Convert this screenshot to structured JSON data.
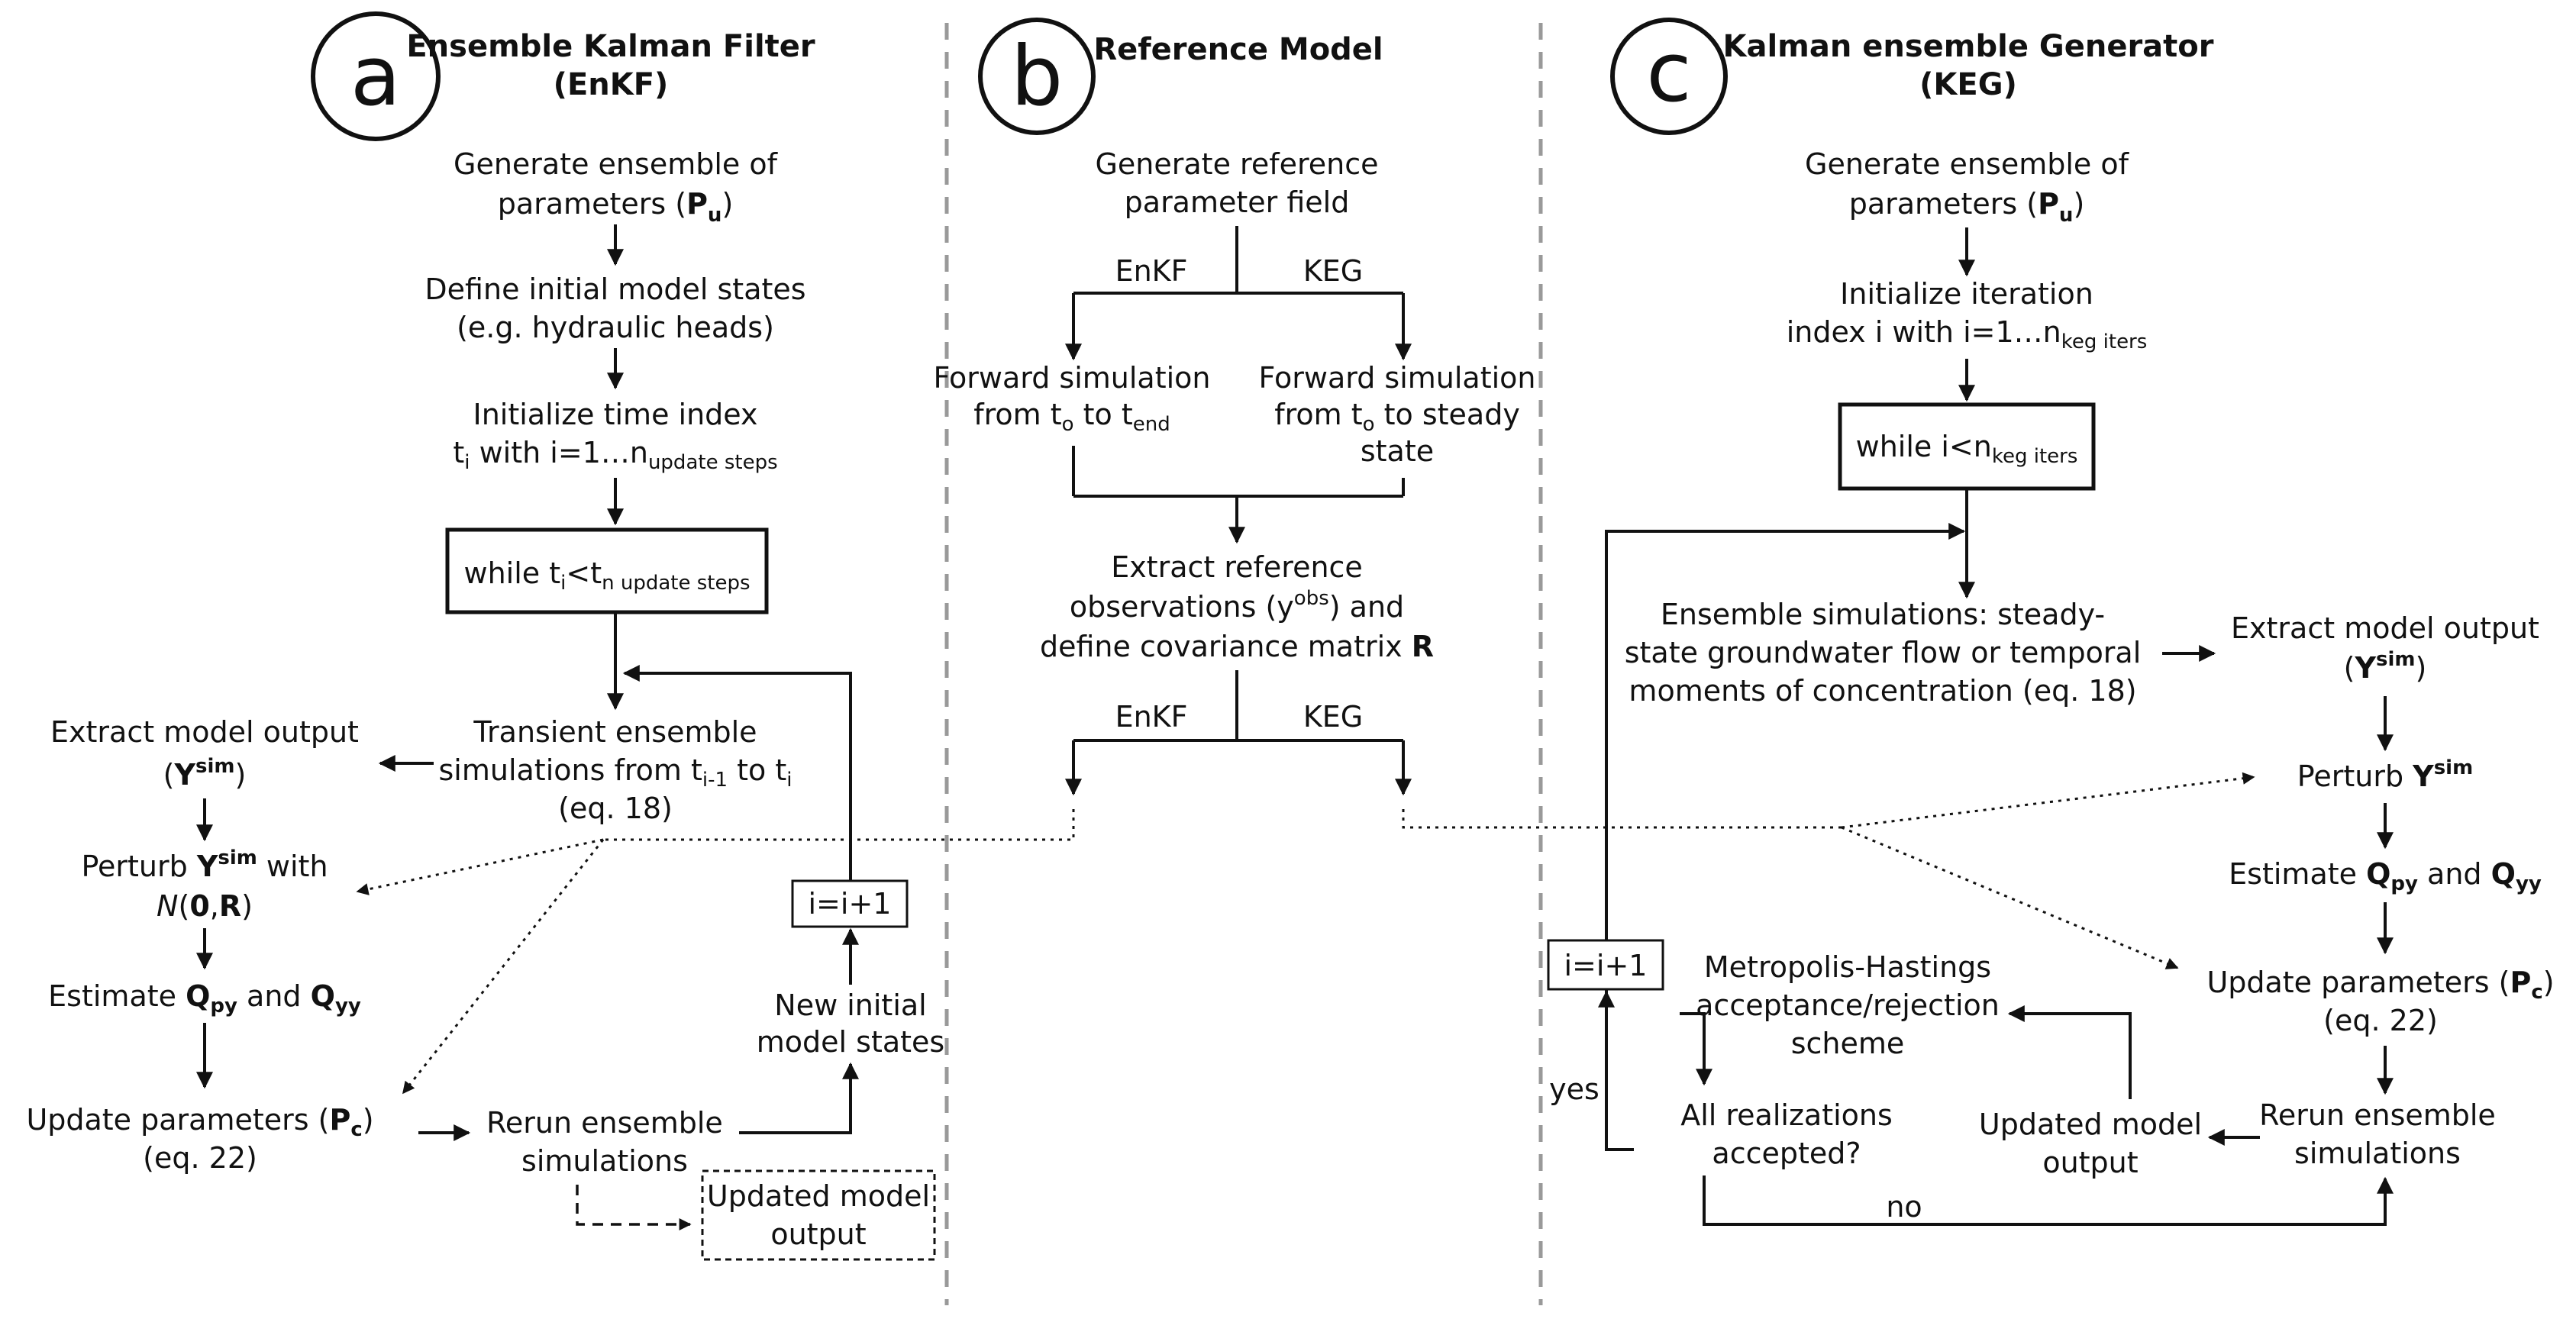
{
  "panels": {
    "a": {
      "letter": "a",
      "title_line1": "Ensemble Kalman Filter",
      "title_line2": "(EnKF)",
      "gen_line1": "Generate ensemble of",
      "gen_line2_pre": "parameters (",
      "gen_line2_bold": "P",
      "gen_line2_sub": "u",
      "gen_line2_post": ")",
      "define_line1": "Define initial model states",
      "define_line2": "(e.g. hydraulic heads)",
      "init_line1": "Initialize time index",
      "init_line2_t": "t",
      "init_line2_sub": "i",
      "init_line2_mid": " with i=1…n",
      "init_line2_sub2": "update steps",
      "while_pre": "while t",
      "while_sub": "i",
      "while_mid": "<t",
      "while_sub2": "n update steps",
      "transient_line1": "Transient ensemble",
      "transient_line2_pre": "simulations from t",
      "transient_line2_sub": "i-1",
      "transient_line2_mid": " to t",
      "transient_line2_sub2": "i",
      "transient_line3": "(eq. 18)",
      "extract_line1": "Extract model output",
      "extract_line2_pre": "(",
      "extract_line2_bold": "Y",
      "extract_line2_sup": "sim",
      "extract_line2_post": ")",
      "perturb_line1_pre": "Perturb ",
      "perturb_line1_bold": "Y",
      "perturb_line1_sup": "sim",
      "perturb_line1_post": " with",
      "perturb_line2_n": "N",
      "perturb_line2_open": "(",
      "perturb_line2_zero": "0",
      "perturb_line2_comma": ",",
      "perturb_line2_r": "R",
      "perturb_line2_close": ")",
      "estimate_pre": "Estimate ",
      "estimate_q1": "Q",
      "estimate_q1_sub": "py",
      "estimate_and": " and ",
      "estimate_q2": "Q",
      "estimate_q2_sub": "yy",
      "update_line1_pre": "Update parameters (",
      "update_line1_bold": "P",
      "update_line1_sub": "c",
      "update_line1_post": ")",
      "update_line2": "(eq. 22)",
      "rerun_line1": "Rerun ensemble",
      "rerun_line2": "simulations",
      "updated_line1": "Updated model",
      "updated_line2": "output",
      "new_line1": "New initial",
      "new_line2": "model states",
      "increment": "i=i+1"
    },
    "b": {
      "letter": "b",
      "title": "Reference Model",
      "gen_line1": "Generate reference",
      "gen_line2": "parameter field",
      "branch_enkf": "EnKF",
      "branch_keg": "KEG",
      "fwd1_line1": "Forward simulation",
      "fwd1_line2_pre": "from t",
      "fwd1_line2_sub": "o",
      "fwd1_line2_mid": " to t",
      "fwd1_line2_sub2": "end",
      "fwd2_line1": "Forward simulation",
      "fwd2_line2_pre": "from t",
      "fwd2_line2_sub": "o",
      "fwd2_line2_post": " to steady",
      "fwd2_line3": "state",
      "extract_line1": "Extract reference",
      "extract_line2_pre": "observations (y",
      "extract_line2_sup": "obs",
      "extract_line2_post": ") and",
      "extract_line3_pre": "define covariance matrix ",
      "extract_line3_bold": "R",
      "branch2_enkf": "EnKF",
      "branch2_keg": "KEG"
    },
    "c": {
      "letter": "c",
      "title_line1": "Kalman ensemble Generator",
      "title_line2": "(KEG)",
      "gen_line1": "Generate ensemble of",
      "gen_line2_pre": "parameters (",
      "gen_line2_bold": "P",
      "gen_line2_sub": "u",
      "gen_line2_post": ")",
      "init_line1": "Initialize iteration",
      "init_line2_pre": "index i with i=1…n",
      "init_line2_sub": "keg iters",
      "while_pre": "while i<n",
      "while_sub": "keg iters",
      "ens_line1": "Ensemble simulations: steady-",
      "ens_line2": "state groundwater flow or temporal",
      "ens_line3": "moments of concentration (eq. 18)",
      "extract_line1": "Extract model output",
      "extract_line2_pre": "(",
      "extract_line2_bold": "Y",
      "extract_line2_sup": "sim",
      "extract_line2_post": ")",
      "perturb_pre": "Perturb ",
      "perturb_bold": "Y",
      "perturb_sup": "sim",
      "estimate_pre": "Estimate ",
      "estimate_q1": "Q",
      "estimate_q1_sub": "py",
      "estimate_and": " and ",
      "estimate_q2": "Q",
      "estimate_q2_sub": "yy",
      "update_line1_pre": "Update parameters (",
      "update_line1_bold": "P",
      "update_line1_sub": "c",
      "update_line1_post": ")",
      "update_line2": "(eq. 22)",
      "rerun_line1": "Rerun ensemble",
      "rerun_line2": "simulations",
      "updated_line1": "Updated model",
      "updated_line2": "output",
      "mh_line1": "Metropolis-Hastings",
      "mh_line2": "acceptance/rejection",
      "mh_line3": "scheme",
      "all_line1": "All realizations",
      "all_line2": "accepted?",
      "increment": "i=i+1",
      "yes": "yes",
      "no": "no"
    }
  }
}
